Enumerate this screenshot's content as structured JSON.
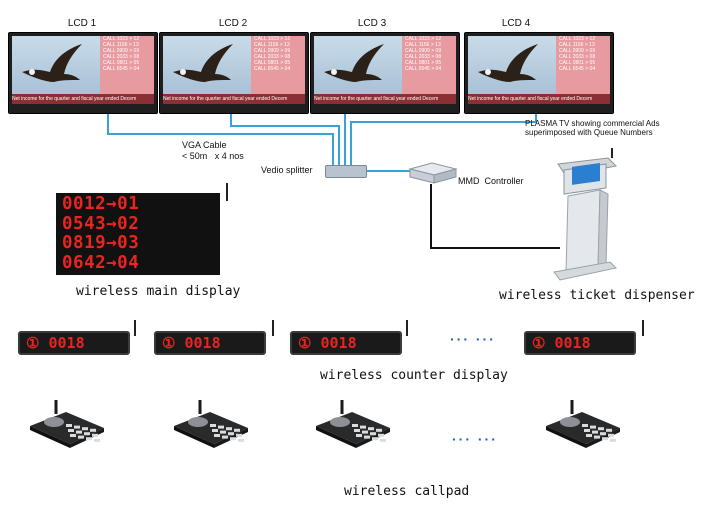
{
  "lcds": [
    {
      "label": "LCD 1"
    },
    {
      "label": "LCD 2"
    },
    {
      "label": "LCD 3"
    },
    {
      "label": "LCD 4"
    }
  ],
  "lcd_screen": {
    "calls": [
      "CALL 1023 > 12",
      "CALL 1156 > 13",
      "CALL 0909 > 09",
      "CALL 2033 > 08",
      "CALL 0801 > 05",
      "CALL 6545 > 04"
    ],
    "ticker": "Net income for the quarter and fiscal year ended Decem"
  },
  "vga_cable": {
    "line1": "VGA Cable",
    "line2": "< 50m   x 4 nos"
  },
  "splitter_label": "Vedio splitter",
  "controller_label": "MMD  Controller",
  "plasma_note": {
    "line1": "PLASMA TV showing commercial Ads",
    "line2": "superimposed with Queue Numbers"
  },
  "main_display": {
    "rows": [
      "0012→01",
      "0543→02",
      "0819→03",
      "0642→04"
    ],
    "label": "wireless main display"
  },
  "dispenser_label": "wireless ticket dispenser",
  "counter_display": {
    "value": "① 0018",
    "label": "wireless counter display"
  },
  "callpad_label": "wireless callpad",
  "ellipsis": "···   ···",
  "colors": {
    "cable": "#3aa0d8",
    "led": "#e8251f",
    "dots": "#1f5fb8"
  }
}
